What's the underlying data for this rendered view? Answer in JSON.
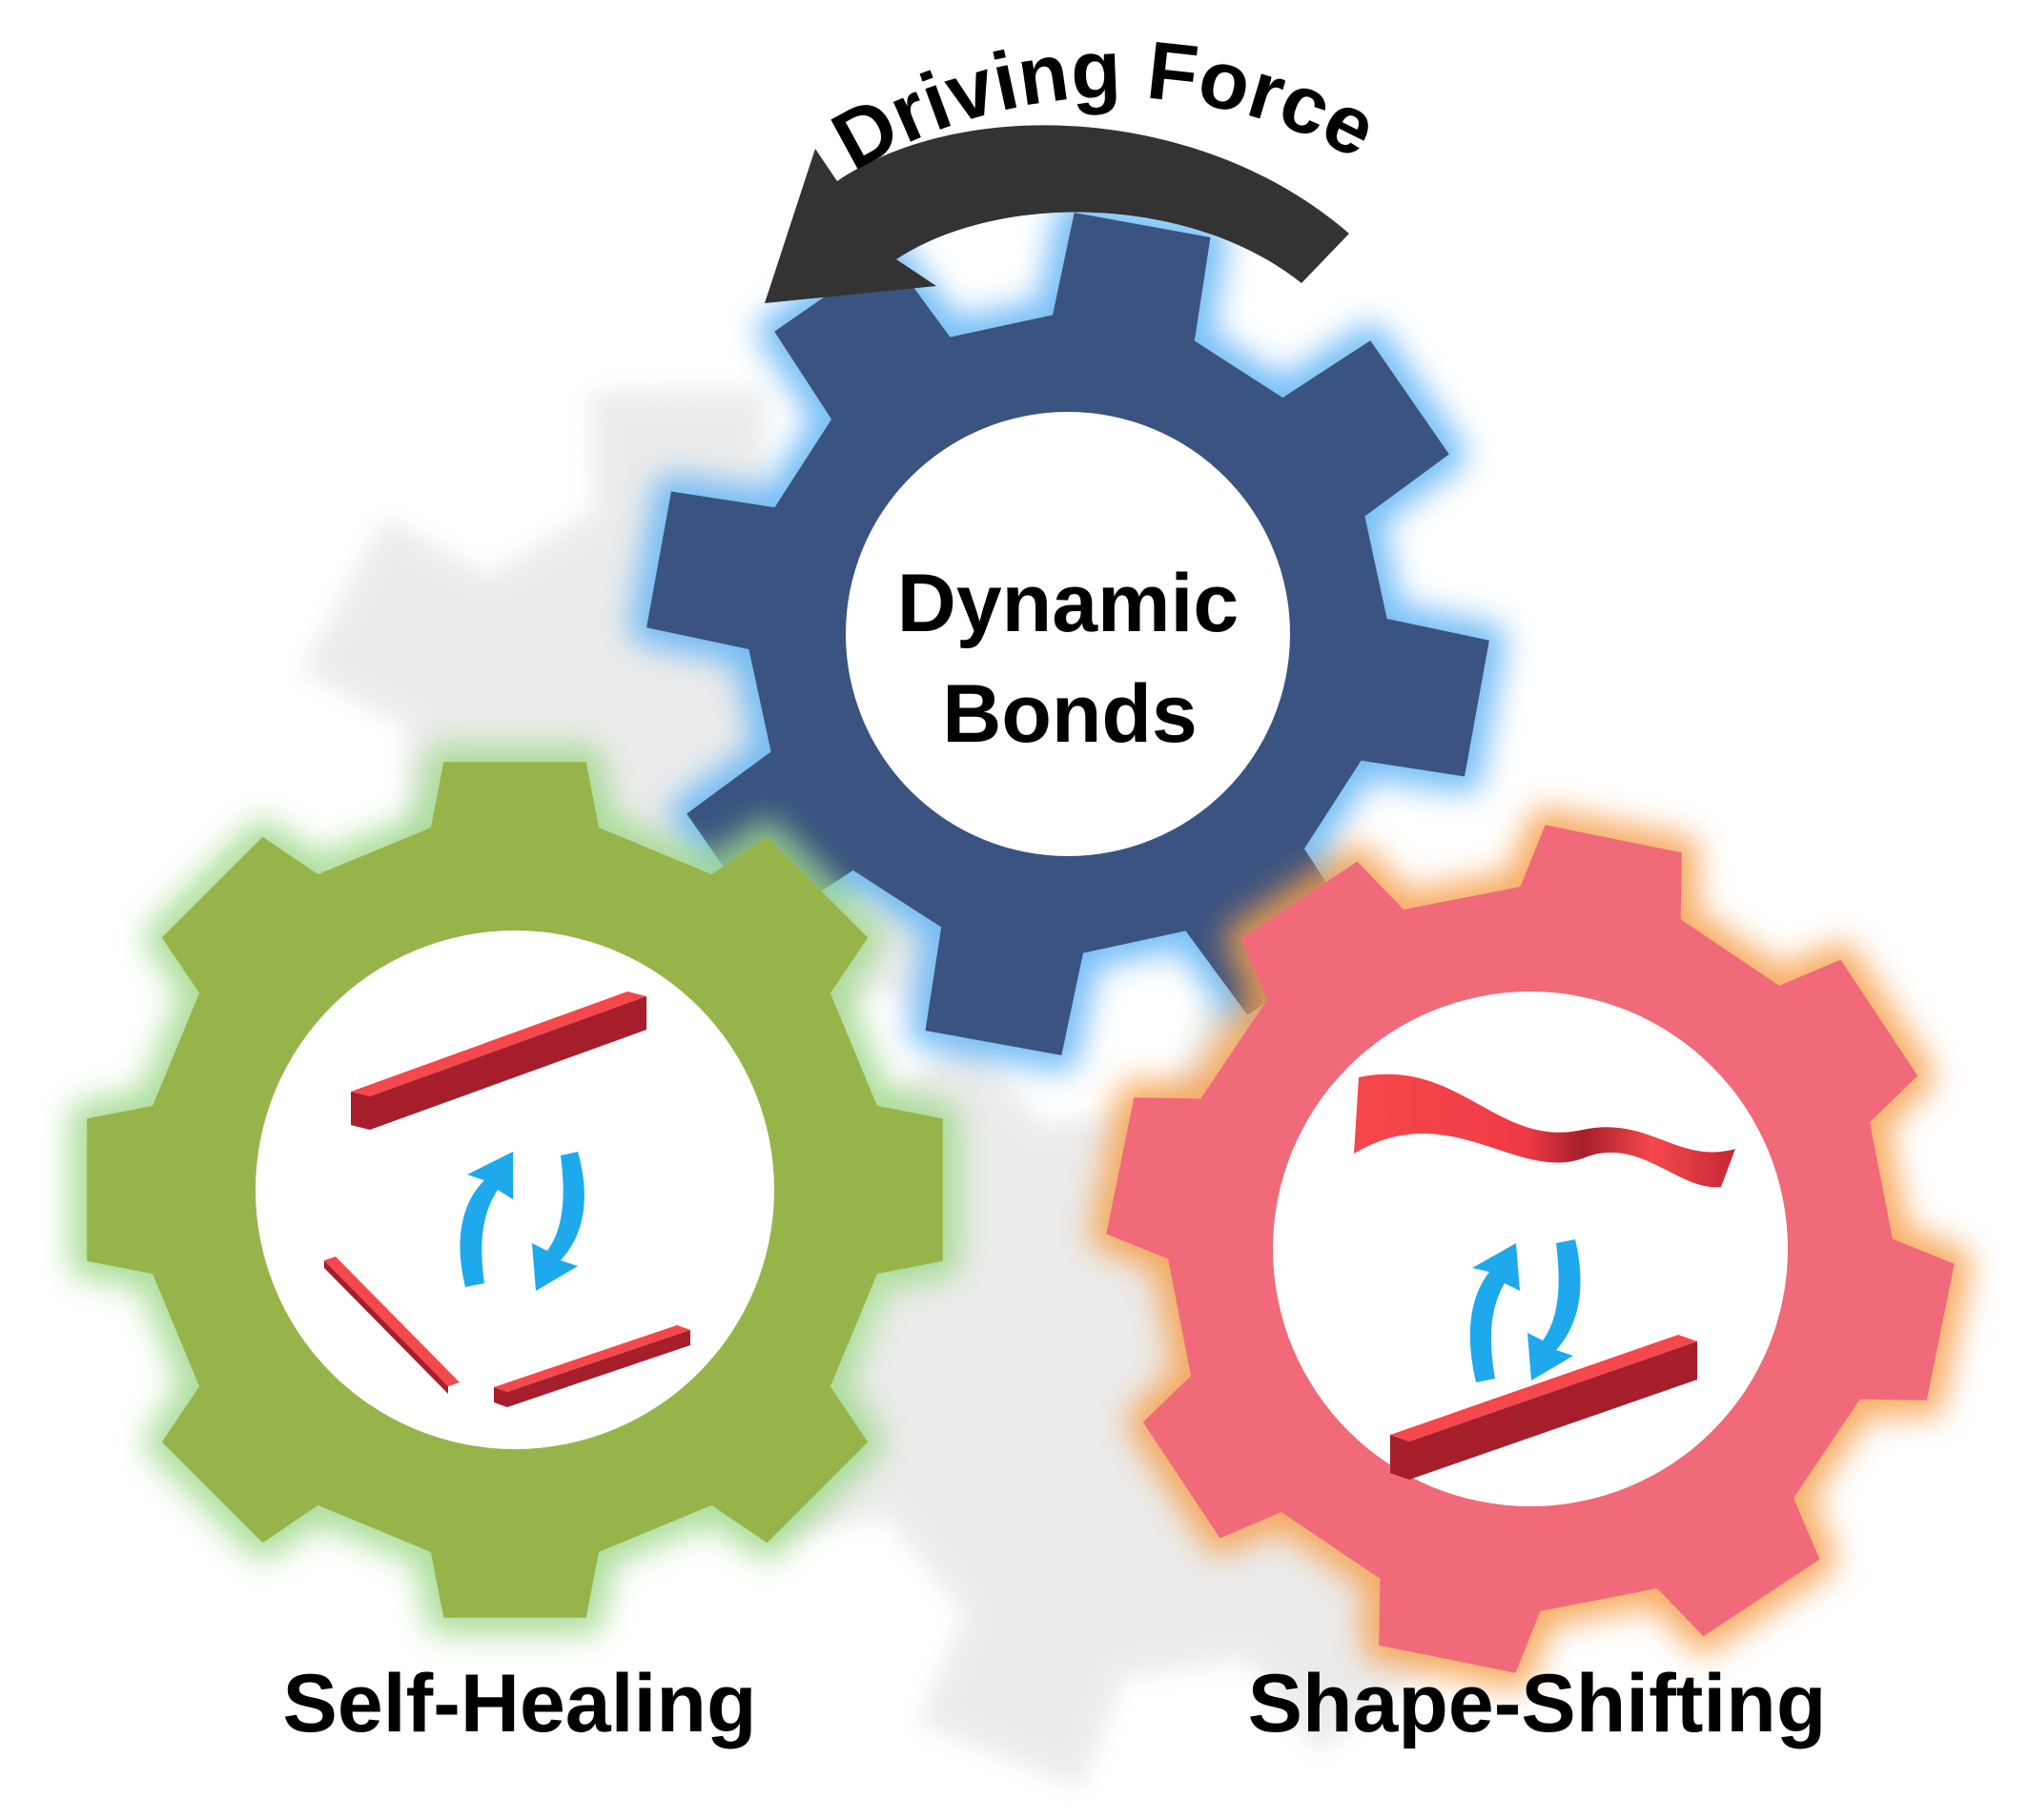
{
  "arrow": {
    "label": "Driving Force",
    "color": "#333333"
  },
  "gears": {
    "dynamic_bonds": {
      "line1": "Dynamic",
      "line2": "Bonds",
      "color": "#3a5380",
      "glow": "#5fb4f5"
    },
    "self_healing": {
      "label": "Self-Healing",
      "color": "#97b44b",
      "glow": "#9fd98a"
    },
    "shape_shifting": {
      "label": "Shape-Shifting",
      "color": "#f06a7a",
      "glow": "#f6a04b"
    }
  },
  "colors": {
    "background_gear": "#dcdcdc",
    "strip_top": "#f5484d",
    "strip_side": "#a61e2b",
    "exchange_arrows": "#1ea9ec"
  }
}
